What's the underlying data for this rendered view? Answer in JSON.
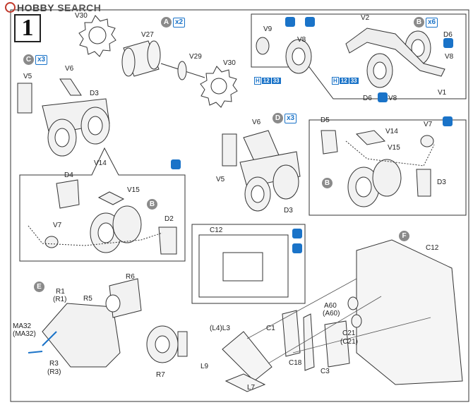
{
  "logo": {
    "hobby": "HOBBY",
    "search": "SEARCH"
  },
  "step": "1",
  "markers": {
    "A": "A",
    "B": "B",
    "C": "C",
    "D": "D",
    "E": "E",
    "F": "F"
  },
  "multipliers": {
    "a": "x2",
    "b": "x6",
    "c": "x3",
    "d": "x3"
  },
  "paint": {
    "h": "H",
    "c1": "12",
    "c2": "33"
  },
  "parts": {
    "V30_a": "V30",
    "V27": "V27",
    "V29": "V29",
    "V30_b": "V30",
    "V9": "V9",
    "V8_a": "V8",
    "V2": "V2",
    "D6_a": "D6",
    "V8_b": "V8",
    "V1": "V1",
    "D6_b": "D6",
    "V8_c": "V8",
    "V5_a": "V5",
    "V6_a": "V6",
    "D3_a": "D3",
    "D4": "D4",
    "V14_a": "V14",
    "V15_a": "V15",
    "V7_a": "V7",
    "D2": "D2",
    "V6_b": "V6",
    "V5_b": "V5",
    "D3_b": "D3",
    "D5": "D5",
    "V14_b": "V14",
    "V15_b": "V15",
    "V7_b": "V7",
    "D3_c": "D3",
    "C12_a": "C12",
    "C12_b": "C12",
    "R6": "R6",
    "R1": "R1",
    "R1p": "(R1)",
    "R5": "R5",
    "MA32": "MA32",
    "MA32p": "(MA32)",
    "R3": "R3",
    "R3p": "(R3)",
    "R7": "R7",
    "A60": "A60",
    "A60p": "(A60)",
    "C21": "C21",
    "C21p": "(C21)",
    "L4L3": "(L4)L3",
    "C1": "C1",
    "L9": "L9",
    "C18": "C18",
    "C3": "C3",
    "L7": "L7"
  },
  "colors": {
    "accent": "#1a73c8",
    "marker": "#8a8a8a",
    "logo_ring": "#c0392b"
  }
}
